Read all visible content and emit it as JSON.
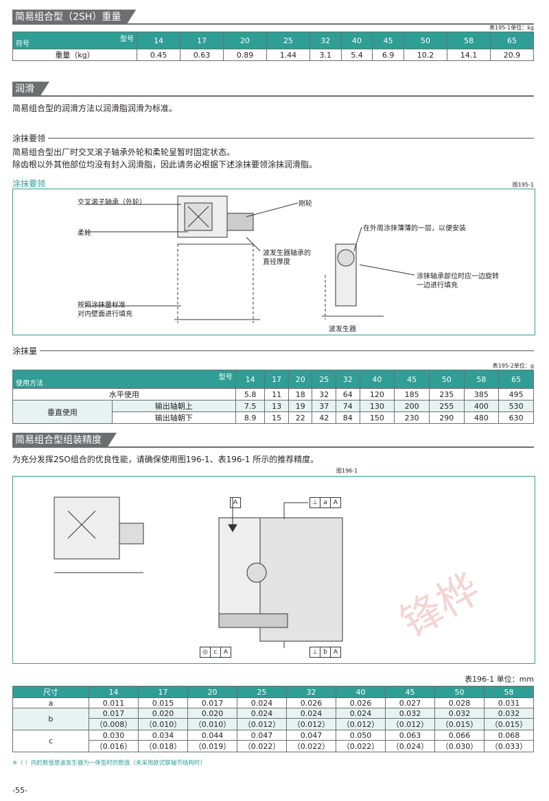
{
  "s1": {
    "title": "简易组合型（2SH）重量",
    "table_note": "表195-1单位：kg",
    "type_label": "型号",
    "sym_label": "符号",
    "row_label": "重量（kg）",
    "sizes": [
      "14",
      "17",
      "20",
      "25",
      "32",
      "40",
      "45",
      "50",
      "58",
      "65"
    ],
    "weights": [
      "0.45",
      "0.63",
      "0.89",
      "1.44",
      "3.1",
      "5.4",
      "6.9",
      "10.2",
      "14.1",
      "20.9"
    ]
  },
  "s2": {
    "title": "润滑",
    "intro": "简易组合型的润滑方法以润滑脂润滑为标准。",
    "sub1": "涂抹要领",
    "p1": "简易组合型出厂时交叉滚子轴承外轮和柔轮呈暂时固定状态。",
    "p2": "除齿根以外其他部位均没有封入润滑脂，因此请务必根据下述涂抹要领涂抹润滑脂。",
    "fig_title": "涂抹要领",
    "fig_no": "图195-1",
    "labels": {
      "a": "交叉滚子轴承（外轮）",
      "b": "刚轮",
      "c": "柔轮",
      "d": "波发生器轴承的",
      "d2": "直径厚度",
      "e": "按照涂抹量标准",
      "e2": "对内壁面进行填充",
      "f": "在外周涂抹薄薄的一层，以便安装",
      "g": "涂抹轴承部位时应一边旋转",
      "g2": "一边进行填充",
      "h": "波发生器"
    },
    "sub2": "涂抹量",
    "table_note": "表195-2单位：g",
    "type_label": "型号",
    "use_label": "使用方法",
    "rows": [
      {
        "a": "水平使用",
        "b": "",
        "v": [
          "5.8",
          "11",
          "18",
          "32",
          "64",
          "120",
          "185",
          "235",
          "385",
          "495"
        ]
      },
      {
        "a": "垂直使用",
        "b": "输出轴朝上",
        "v": [
          "7.5",
          "13",
          "19",
          "37",
          "74",
          "130",
          "200",
          "255",
          "400",
          "530"
        ]
      },
      {
        "a": "",
        "b": "输出轴朝下",
        "v": [
          "8.9",
          "15",
          "22",
          "42",
          "84",
          "150",
          "230",
          "290",
          "480",
          "630"
        ]
      }
    ]
  },
  "s3": {
    "title": "简易组合型组装精度",
    "intro": "为充分发挥2SO组合的优良性能，请确保使用图196-1、表196-1 所示的推荐精度。",
    "fig_no": "图196-1",
    "datum": "A",
    "t1": [
      "a",
      "A"
    ],
    "t2": [
      "b",
      "A"
    ],
    "t3": [
      "c",
      "A"
    ],
    "wm": "锋桦",
    "table_note": "表196-1 单位：mm",
    "size_label": "尺寸",
    "a": [
      "0.011",
      "0.015",
      "0.017",
      "0.024",
      "0.026",
      "0.026",
      "0.027",
      "0.028",
      "0.031"
    ],
    "b1": [
      "0.017",
      "0.020",
      "0.020",
      "0.024",
      "0.024",
      "0.024",
      "0.032",
      "0.032",
      "0.032"
    ],
    "b2": [
      "（0.008）",
      "（0.010）",
      "（0.010）",
      "（0.012）",
      "（0.012）",
      "（0.012）",
      "（0.012）",
      "（0.015）",
      "（0.015）"
    ],
    "c1": [
      "0.030",
      "0.034",
      "0.044",
      "0.047",
      "0.047",
      "0.050",
      "0.063",
      "0.066",
      "0.068"
    ],
    "c2": [
      "（0.016）",
      "（0.018）",
      "（0.019）",
      "（0.022）",
      "（0.022）",
      "（0.022）",
      "（0.024）",
      "（0.030）",
      "（0.033）"
    ],
    "sizes": [
      "14",
      "17",
      "20",
      "25",
      "32",
      "40",
      "45",
      "50",
      "58"
    ],
    "rows": [
      "a",
      "b",
      "c"
    ],
    "footnote": "※（ ）内的数值是波发生器为一体型时的数值（未采用欧式联轴节结构时）"
  },
  "page_no": "-55-"
}
